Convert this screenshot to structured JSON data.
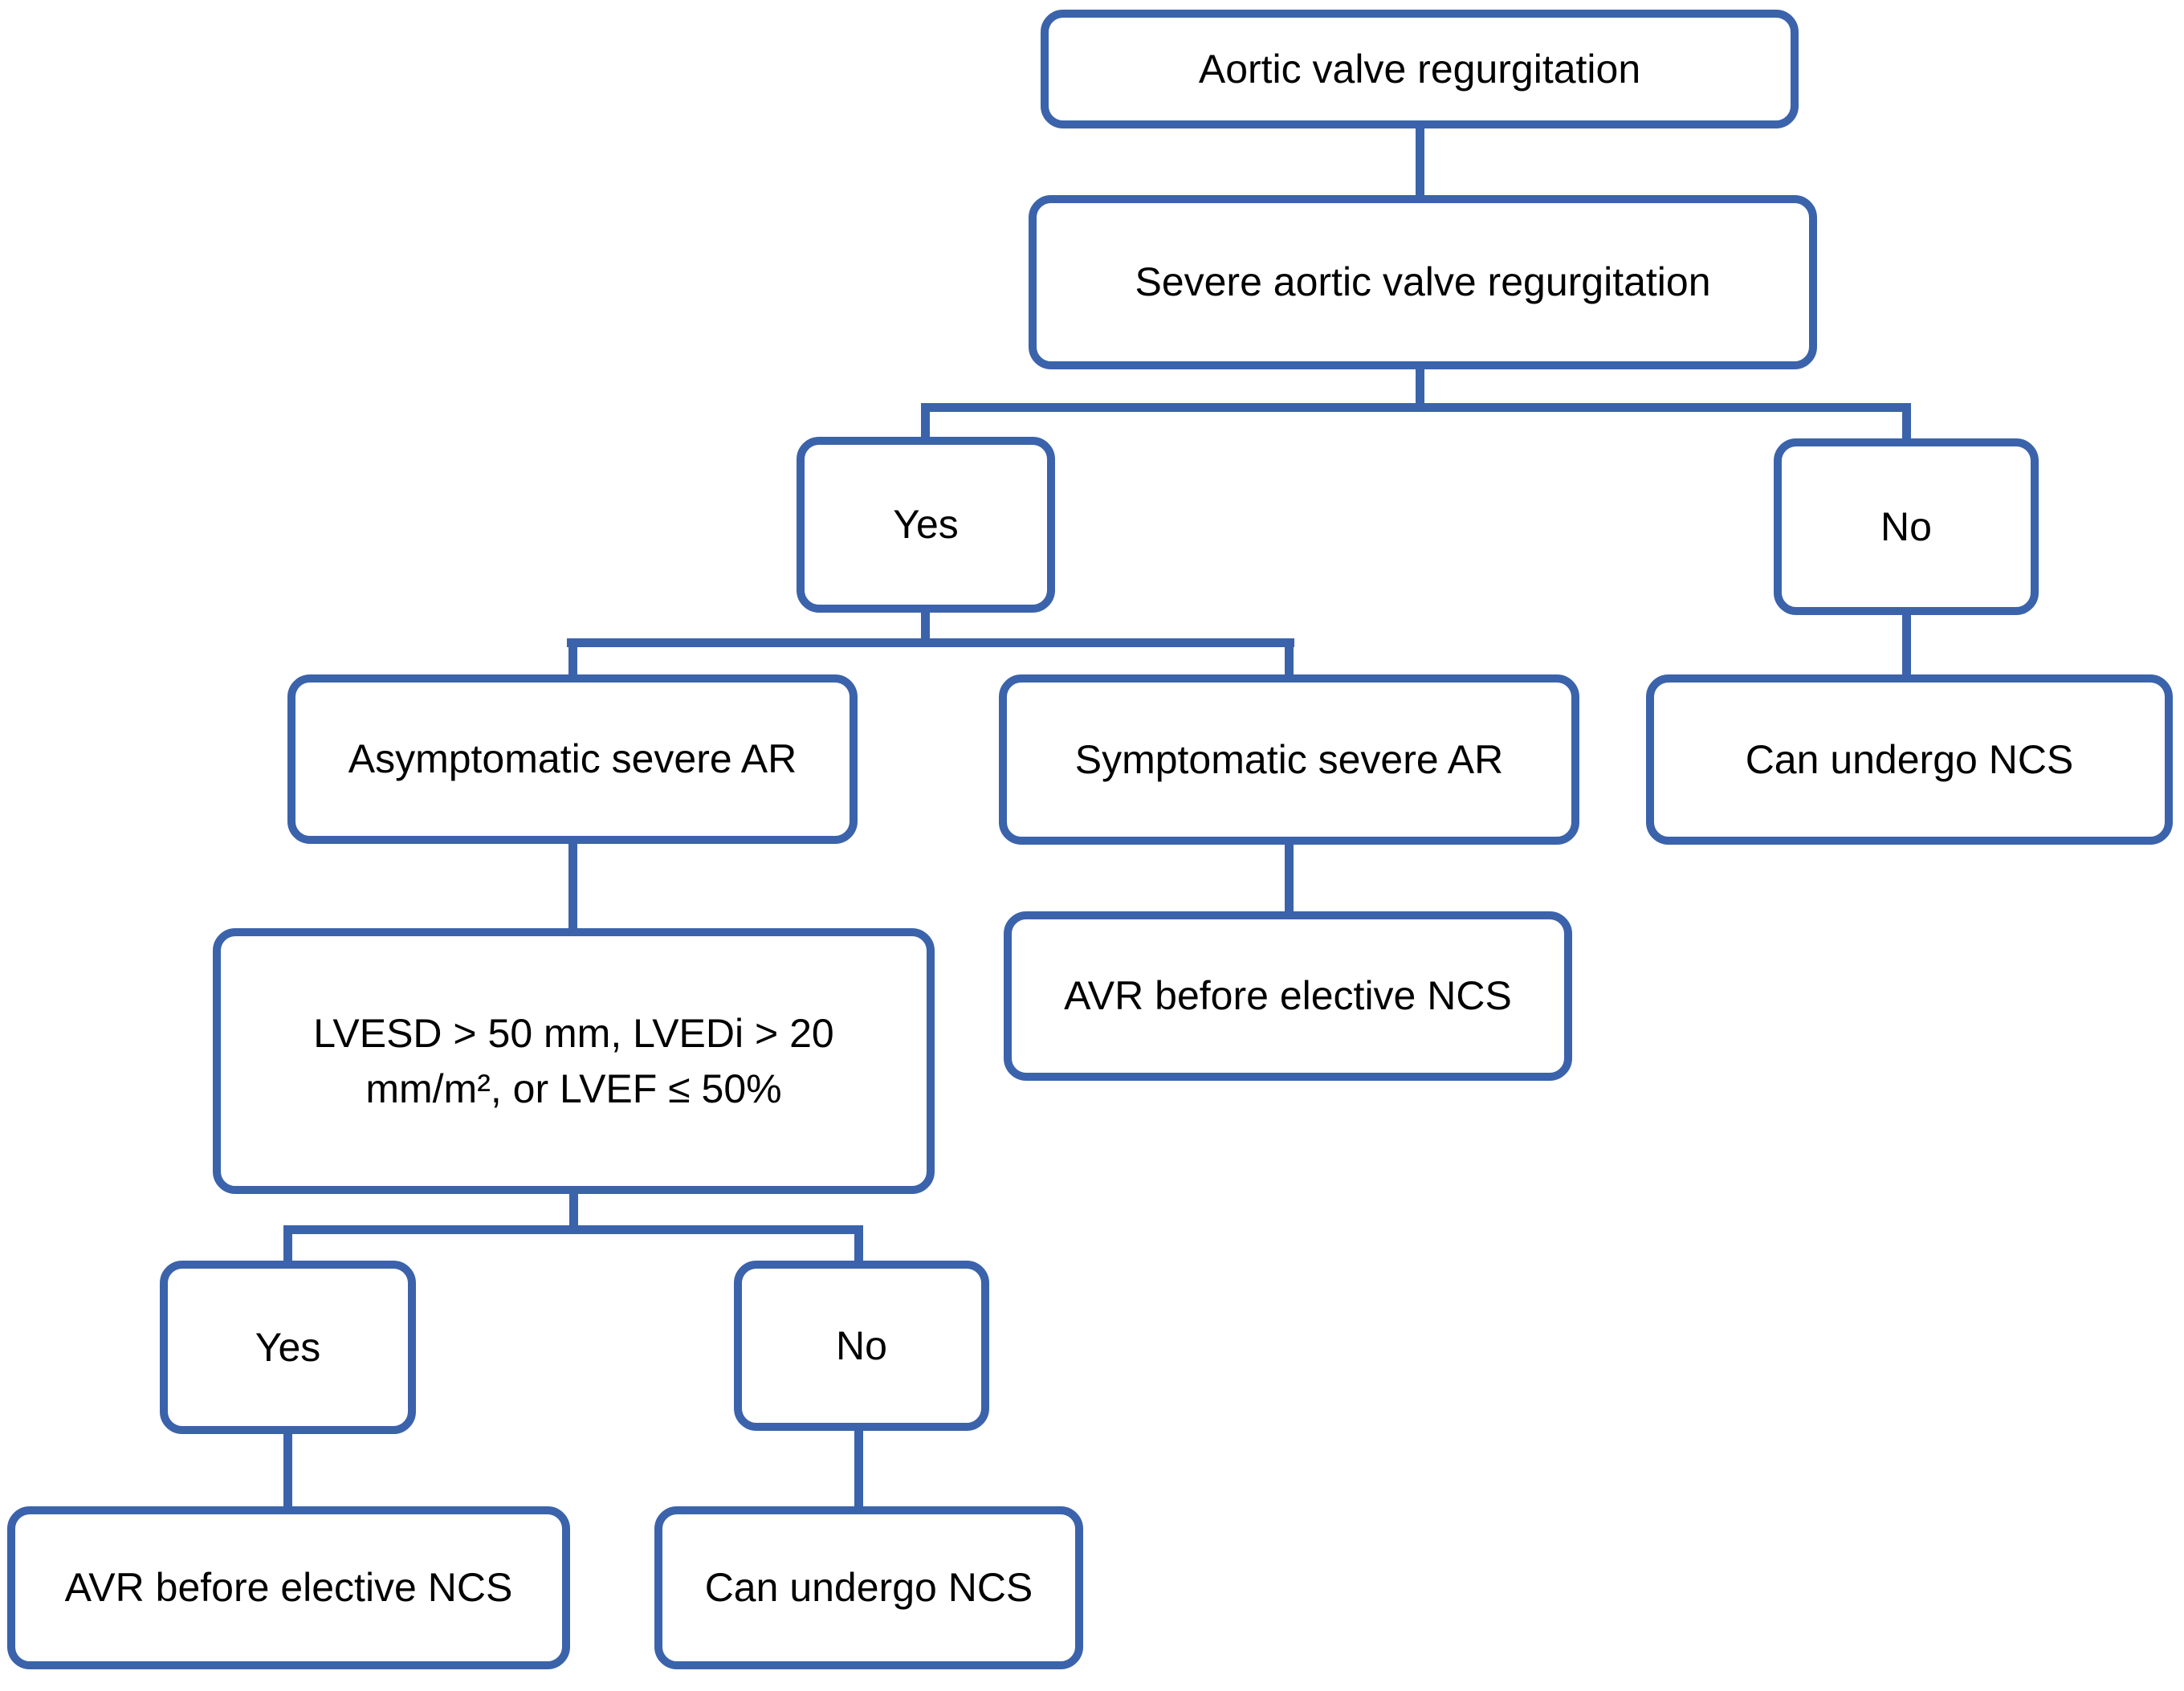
{
  "colors": {
    "line": "#3b63ab",
    "text": "#000000",
    "background": "#ffffff"
  },
  "nodes": [
    {
      "id": "aortic-regurgitation",
      "label": "Aortic valve regurgitation"
    },
    {
      "id": "severe-aortic-regurgitation",
      "label": "Severe aortic valve regurgitation"
    },
    {
      "id": "severe-yes",
      "label": "Yes"
    },
    {
      "id": "severe-no",
      "label": "No"
    },
    {
      "id": "asymptomatic-severe-ar",
      "label": "Asymptomatic severe AR"
    },
    {
      "id": "symptomatic-severe-ar",
      "label": "Symptomatic severe AR"
    },
    {
      "id": "can-undergo-ncs-right",
      "label": "Can undergo NCS"
    },
    {
      "id": "lv-criteria",
      "label": "LVESD > 50 mm, LVEDi > 20 mm/m², or LVEF  ≤ 50%"
    },
    {
      "id": "avr-before-ncs-symptomatic",
      "label": "AVR before elective NCS"
    },
    {
      "id": "criteria-yes",
      "label": "Yes"
    },
    {
      "id": "criteria-no",
      "label": "No"
    },
    {
      "id": "avr-before-ncs-bottom",
      "label": "AVR before elective NCS"
    },
    {
      "id": "can-undergo-ncs-bottom",
      "label": "Can undergo NCS"
    }
  ],
  "edges": [
    {
      "from": "aortic-regurgitation",
      "to": "severe-aortic-regurgitation"
    },
    {
      "from": "severe-aortic-regurgitation",
      "to": "severe-yes"
    },
    {
      "from": "severe-aortic-regurgitation",
      "to": "severe-no"
    },
    {
      "from": "severe-yes",
      "to": "asymptomatic-severe-ar"
    },
    {
      "from": "severe-yes",
      "to": "symptomatic-severe-ar"
    },
    {
      "from": "severe-no",
      "to": "can-undergo-ncs-right"
    },
    {
      "from": "asymptomatic-severe-ar",
      "to": "lv-criteria"
    },
    {
      "from": "symptomatic-severe-ar",
      "to": "avr-before-ncs-symptomatic"
    },
    {
      "from": "lv-criteria",
      "to": "criteria-yes"
    },
    {
      "from": "lv-criteria",
      "to": "criteria-no"
    },
    {
      "from": "criteria-yes",
      "to": "avr-before-ncs-bottom"
    },
    {
      "from": "criteria-no",
      "to": "can-undergo-ncs-bottom"
    }
  ]
}
